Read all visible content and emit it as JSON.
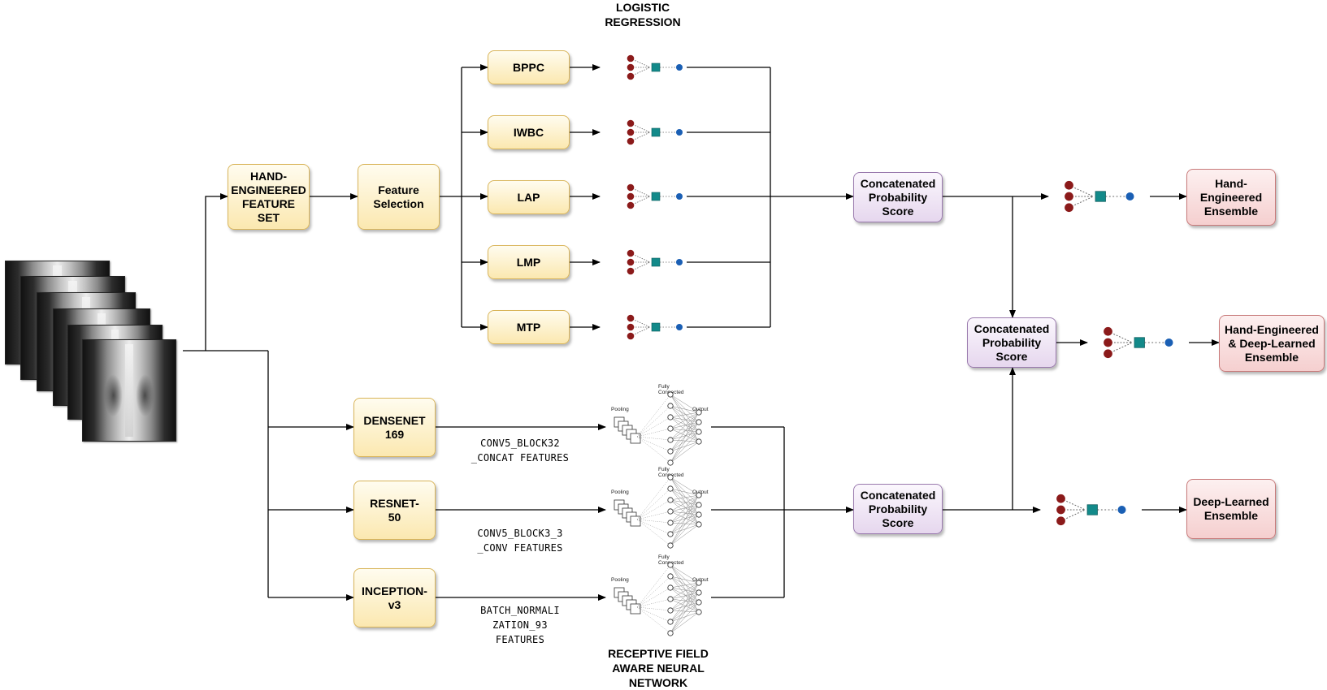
{
  "titles": {
    "logistic_regression": "LOGISTIC\nREGRESSION",
    "receptive_field": "RECEPTIVE FIELD\nAWARE NEURAL\nNETWORK"
  },
  "boxes": {
    "hand_engineered_feature_set": "HAND-\nENGINEERED\nFEATURE\nSET",
    "feature_selection": "Feature\nSelection",
    "bppc": "BPPC",
    "iwbc": "IWBC",
    "lap": "LAP",
    "lmp": "LMP",
    "mtp": "MTP",
    "densenet": "DENSENET\n169",
    "resnet": "RESNET-\n50",
    "inception": "INCEPTION-\nv3",
    "concat_top": "Concatenated\nProbability\nScore",
    "concat_middle": "Concatenated\nProbability\nScore",
    "concat_bottom": "Concatenated\nProbability\nScore",
    "ensemble_hand": "Hand-\nEngineered\nEnsemble",
    "ensemble_combined": "Hand-Engineered\n& Deep-Learned\nEnsemble",
    "ensemble_deep": "Deep-Learned\nEnsemble"
  },
  "feature_labels": {
    "densenet": "CONV5_BLOCK32\n_CONCAT FEATURES",
    "resnet": "CONV5_BLOCK3_3\n_CONV FEATURES",
    "inception": "BATCH_NORMALI\nZATION_93\nFEATURES"
  },
  "cnn_icon_text": {
    "pooling": "Pooling",
    "fully_connected": "Fully\nConnected",
    "output": "Output"
  },
  "colors": {
    "node_red": "#8b1a1a",
    "node_teal": "#138a8a",
    "node_blue": "#1a5fb4"
  }
}
